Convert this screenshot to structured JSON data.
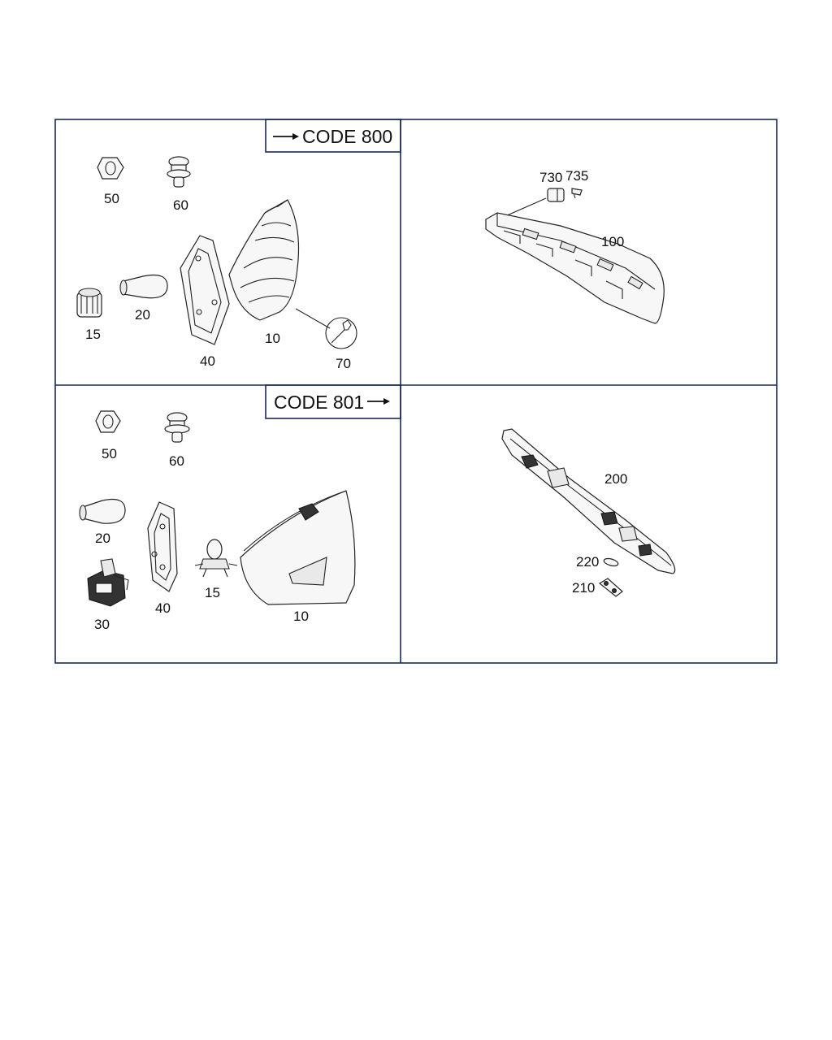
{
  "colors": {
    "frame": "#1a2a55",
    "ink": "#111111",
    "fill": "#f7f7f7"
  },
  "panels": {
    "top_left": {
      "code_label": "CODE 800",
      "arrow": "arrow-right-icon",
      "parts": {
        "p50": "50",
        "p60": "60",
        "p15": "15",
        "p20": "20",
        "p40": "40",
        "p10": "10",
        "p70": "70"
      }
    },
    "top_right": {
      "parts": {
        "p730": "730",
        "p735": "735",
        "p100": "100"
      }
    },
    "bottom_left": {
      "code_label": "CODE 801",
      "arrow": "arrow-right-icon",
      "parts": {
        "p50": "50",
        "p60": "60",
        "p20": "20",
        "p30": "30",
        "p40": "40",
        "p15": "15",
        "p10": "10"
      }
    },
    "bottom_right": {
      "parts": {
        "p200": "200",
        "p220": "220",
        "p210": "210"
      }
    }
  }
}
